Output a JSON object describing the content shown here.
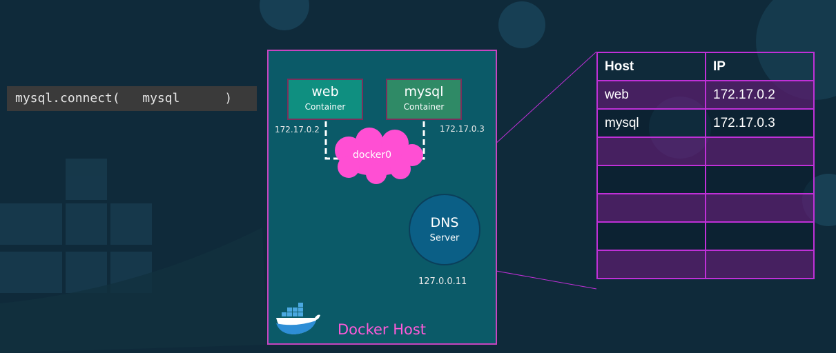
{
  "code": {
    "text": "mysql.connect(   mysql      )"
  },
  "host": {
    "label": "Docker Host"
  },
  "containers": [
    {
      "name": "web",
      "sub": "Container",
      "ip": "172.17.0.2"
    },
    {
      "name": "mysql",
      "sub": "Container",
      "ip": "172.17.0.3"
    }
  ],
  "bridge": {
    "label": "docker0"
  },
  "dns": {
    "title": "DNS",
    "subtitle": "Server",
    "ip": "127.0.0.11"
  },
  "table": {
    "headers": [
      "Host",
      "IP"
    ],
    "rows": [
      [
        "web",
        "172.17.0.2"
      ],
      [
        "mysql",
        "172.17.0.3"
      ],
      [
        "",
        ""
      ],
      [
        "",
        ""
      ],
      [
        "",
        ""
      ],
      [
        "",
        ""
      ],
      [
        "",
        ""
      ]
    ]
  },
  "colors": {
    "accent": "#c844c0",
    "bridge": "#ff4fd3",
    "web_container": "#0f8f80",
    "mysql_container": "#2f8a66",
    "dns": "#0b5f86"
  },
  "icons": [
    "docker-whale-icon"
  ]
}
